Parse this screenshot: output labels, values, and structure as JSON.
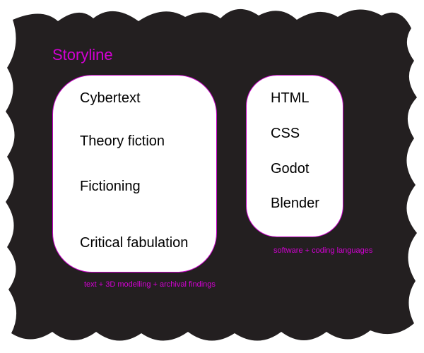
{
  "title": "Storyline",
  "colors": {
    "accent": "#d400d4",
    "background": "#231f20",
    "panel": "#ffffff",
    "panel_border": "#c400c4"
  },
  "left_panel": {
    "items": [
      "Cybertext",
      "Theory fiction",
      "Fictioning",
      "Critical fabulation"
    ],
    "caption": "text + 3D modelling + archival findings"
  },
  "right_panel": {
    "items": [
      "HTML",
      "CSS",
      "Godot",
      "Blender"
    ],
    "caption": "software + coding languages"
  }
}
